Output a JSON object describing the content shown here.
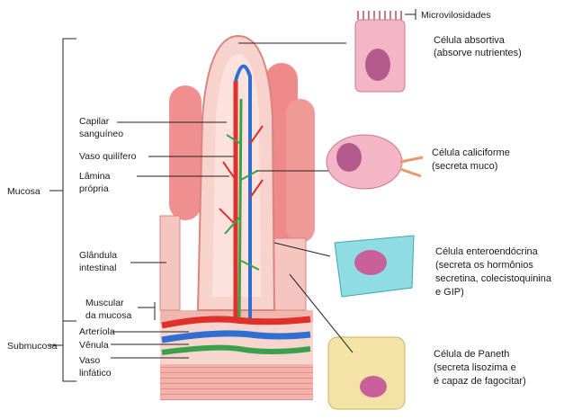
{
  "labels": {
    "microvilosidades": "Microvilosidades",
    "absortiva_1": "Célula absortiva",
    "absortiva_2": "(absorve nutrientes)",
    "caliciforme_1": "Célula caliciforme",
    "caliciforme_2": "(secreta muco)",
    "entero_1": "Célula enteroendócrina",
    "entero_2": "(secreta os hormônios",
    "entero_3": "secretina, colecistoquinina",
    "entero_4": "e GIP)",
    "paneth_1": "Célula de Paneth",
    "paneth_2": "(secreta lisozima e",
    "paneth_3": "é capaz de fagocitar)",
    "capilar_1": "Capilar",
    "capilar_2": "sanguíneo",
    "quilifero": "Vaso quilífero",
    "lamina_1": "Lâmina",
    "lamina_2": "própria",
    "mucosa": "Mucosa",
    "glandula_1": "Glândula",
    "glandula_2": "intestinal",
    "muscular_1": "Muscular",
    "muscular_2": "da mucosa",
    "submucosa": "Submucosa",
    "arteriola": "Arteríola",
    "venula": "Vênula",
    "linfatico_1": "Vaso",
    "linfatico_2": "linfático"
  },
  "colors": {
    "tissue": "#f6c9c4",
    "villus": "#ef8f8f",
    "artery": "#e0302b",
    "vein": "#2f6fd1",
    "lymph": "#3aa14a",
    "entero": "#6fcfd6",
    "paneth": "#f3e3a6"
  }
}
